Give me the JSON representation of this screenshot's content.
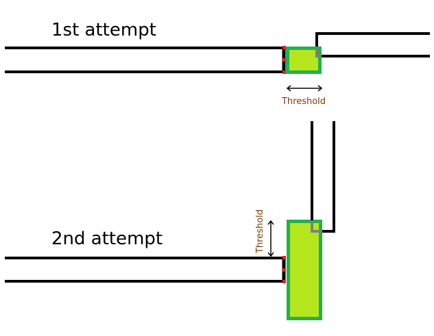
{
  "attempt1": {
    "title": "1st attempt",
    "threshold_label": "Threshold"
  },
  "attempt2": {
    "title": "2nd attempt",
    "threshold_label": "Threshold"
  },
  "colors": {
    "pipe": "#000000",
    "box_border": "#22b14c",
    "box_fill": "#b5e61d",
    "joint": "#ed1c24",
    "overlap": "#7f7f7f",
    "label": "#7a3d00"
  }
}
